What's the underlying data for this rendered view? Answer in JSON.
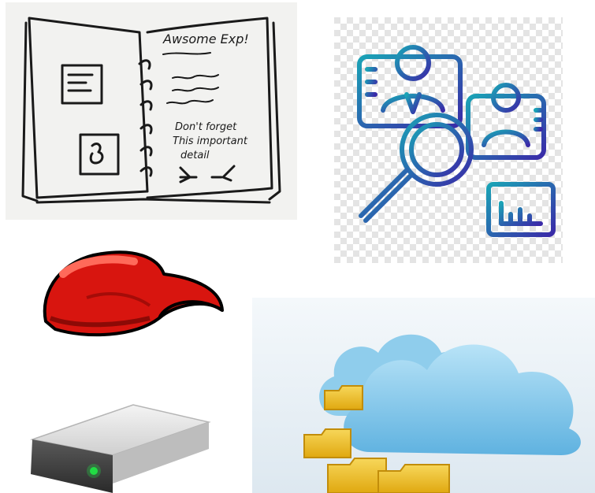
{
  "images": [
    {
      "name": "sketchbook",
      "icon": "open-notebook-sketch-icon",
      "text_lines": [
        "Awsome Exp!",
        "Don't forget",
        "This important",
        "detail"
      ]
    },
    {
      "name": "user-search",
      "icon": "user-search-analytics-icon",
      "colors": {
        "outline_start": "#1aa3b6",
        "outline_end": "#3a2aa8"
      }
    },
    {
      "name": "red-cap",
      "icon": "red-cap-icon",
      "colors": {
        "cap": "#d8150f",
        "highlight": "#ff6a5a"
      }
    },
    {
      "name": "cloud-folders",
      "icon": "cloud-folders-icon",
      "colors": {
        "cloud": "#7cc6ea",
        "folder": "#f2c230"
      }
    },
    {
      "name": "hard-drive",
      "icon": "external-drive-icon",
      "colors": {
        "led": "#22dd44"
      }
    }
  ]
}
